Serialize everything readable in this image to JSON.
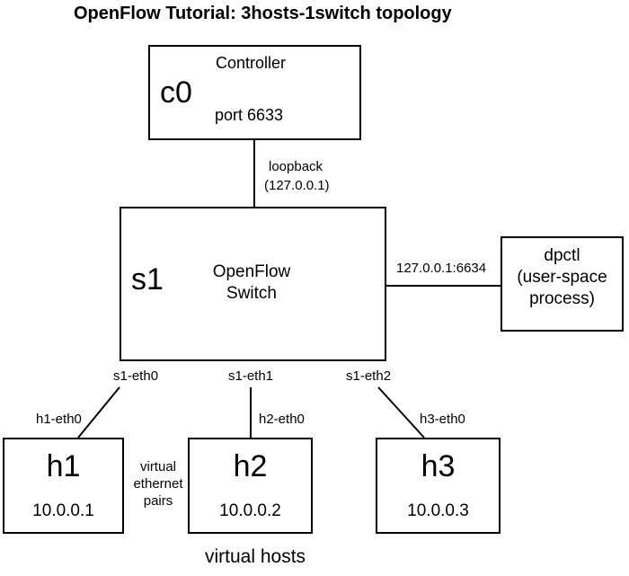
{
  "title": "OpenFlow Tutorial: 3hosts-1switch topology",
  "controller": {
    "id": "c0",
    "label": "Controller",
    "port": "port 6633"
  },
  "controller_link": {
    "line1": "loopback",
    "line2": "(127.0.0.1)"
  },
  "switch": {
    "id": "s1",
    "line1": "OpenFlow",
    "line2": "Switch"
  },
  "dpctl_link": {
    "label": "127.0.0.1:6634"
  },
  "dpctl": {
    "line1": "dpctl",
    "line2": "(user-space",
    "line3": "process)"
  },
  "ports": {
    "s1_eth0": "s1-eth0",
    "s1_eth1": "s1-eth1",
    "s1_eth2": "s1-eth2",
    "h1_eth0": "h1-eth0",
    "h2_eth0": "h2-eth0",
    "h3_eth0": "h3-eth0"
  },
  "hosts": [
    {
      "id": "h1",
      "ip": "10.0.0.1"
    },
    {
      "id": "h2",
      "ip": "10.0.0.2"
    },
    {
      "id": "h3",
      "ip": "10.0.0.3"
    }
  ],
  "virtual_pairs": {
    "line1": "virtual",
    "line2": "ethernet",
    "line3": "pairs"
  },
  "footer": "virtual hosts"
}
